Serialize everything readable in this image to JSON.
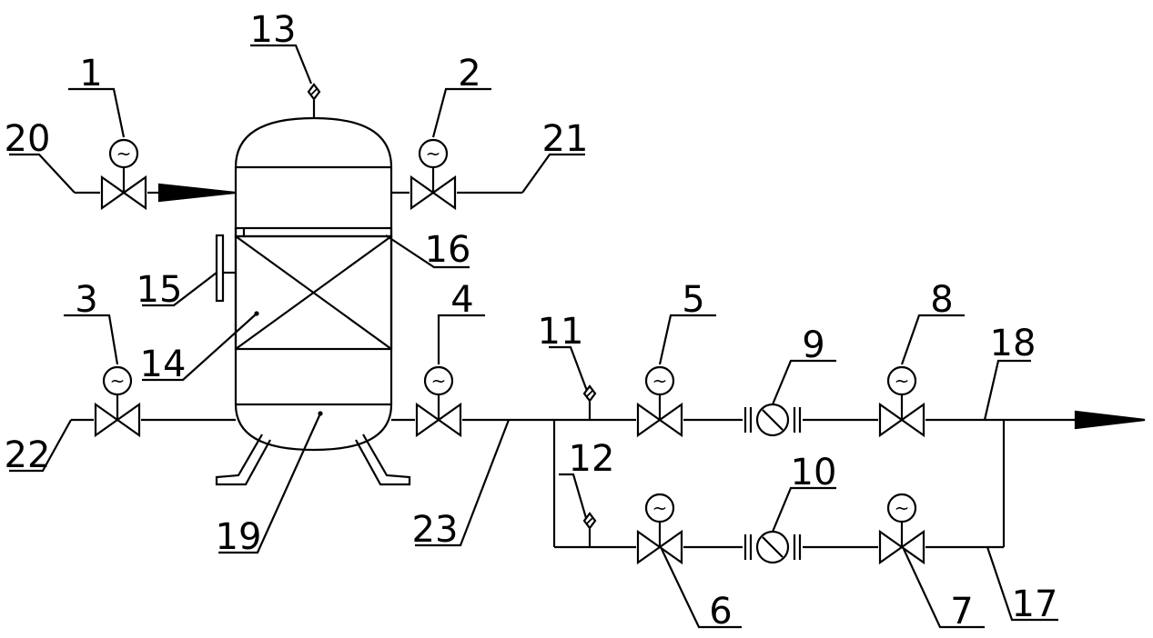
{
  "labels": [
    {
      "id": "l1",
      "text": "1"
    },
    {
      "id": "l2",
      "text": "2"
    },
    {
      "id": "l3",
      "text": "3"
    },
    {
      "id": "l4",
      "text": "4"
    },
    {
      "id": "l5",
      "text": "5"
    },
    {
      "id": "l6",
      "text": "6"
    },
    {
      "id": "l7",
      "text": "7"
    },
    {
      "id": "l8",
      "text": "8"
    },
    {
      "id": "l9",
      "text": "9"
    },
    {
      "id": "l10",
      "text": "10"
    },
    {
      "id": "l11",
      "text": "11"
    },
    {
      "id": "l12",
      "text": "12"
    },
    {
      "id": "l13",
      "text": "13"
    },
    {
      "id": "l14",
      "text": "14"
    },
    {
      "id": "l15",
      "text": "15"
    },
    {
      "id": "l16",
      "text": "16"
    },
    {
      "id": "l17",
      "text": "17"
    },
    {
      "id": "l18",
      "text": "18"
    },
    {
      "id": "l19",
      "text": "19"
    },
    {
      "id": "l20",
      "text": "20"
    },
    {
      "id": "l21",
      "text": "21"
    },
    {
      "id": "l22",
      "text": "22"
    },
    {
      "id": "l23",
      "text": "23"
    }
  ],
  "actuator_symbol": "~",
  "line_color": "#000000",
  "background_color": "#ffffff"
}
